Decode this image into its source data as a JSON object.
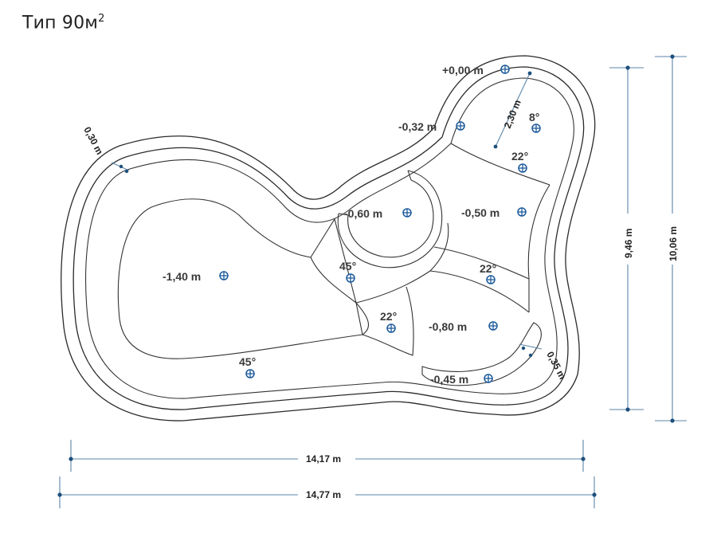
{
  "title": {
    "text": "Тип 90м",
    "superscript": "2"
  },
  "depths": {
    "d_000": "+0,00 m",
    "d_032": "-0,32 m",
    "d_060": "-0,60 m",
    "d_050": "-0,50 m",
    "d_140": "-1,40 m",
    "d_080": "-0,80 m",
    "d_045": "-0,45 m"
  },
  "slopes": {
    "s_8": "8°",
    "s_22_top": "22°",
    "s_45_mid": "45°",
    "s_22_right": "22°",
    "s_22_center": "22°",
    "s_45_bottom": "45°"
  },
  "dimensions": {
    "wall_left": "0,30 m",
    "wall_right": "0,35 m",
    "radius": "2,30 m",
    "width_inner": "14,17 m",
    "width_outer": "14,77 m",
    "height_inner": "9,46 m",
    "height_outer": "10,06 m"
  },
  "colors": {
    "dimension_line": "#5b86a8",
    "marker": "#1c5a9a",
    "outline": "#2b2b2b"
  }
}
